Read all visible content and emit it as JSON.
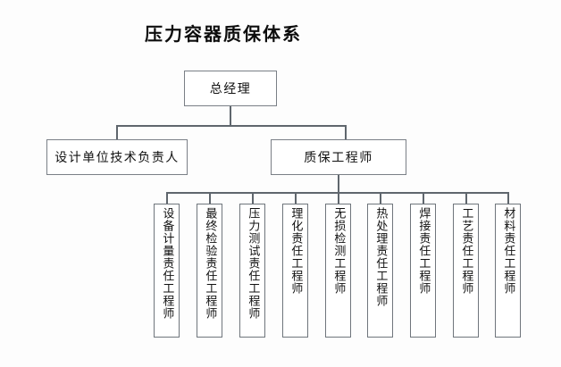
{
  "chart": {
    "title": "压力容器质保体系",
    "type": "org-chart-diagram",
    "background_color": "#fdfdfd",
    "line_color": "#5f666d",
    "box_border_color": "#7a7f86",
    "box_fill_color": "#ffffff"
  },
  "root": {
    "label": "总经理"
  },
  "level2": [
    {
      "label": "设计单位技术负责人"
    },
    {
      "label": "质保工程师"
    }
  ],
  "leaves": [
    {
      "label": "设备计量责任工程师"
    },
    {
      "label": "最终检验责任工程师"
    },
    {
      "label": "压力测试责任工程师"
    },
    {
      "label": "理化责任工程师"
    },
    {
      "label": "无损检测工程师"
    },
    {
      "label": "热处理责任工程师"
    },
    {
      "label": "焊接责任工程师"
    },
    {
      "label": "工艺责任工程师"
    },
    {
      "label": "材料责任工程师"
    }
  ]
}
